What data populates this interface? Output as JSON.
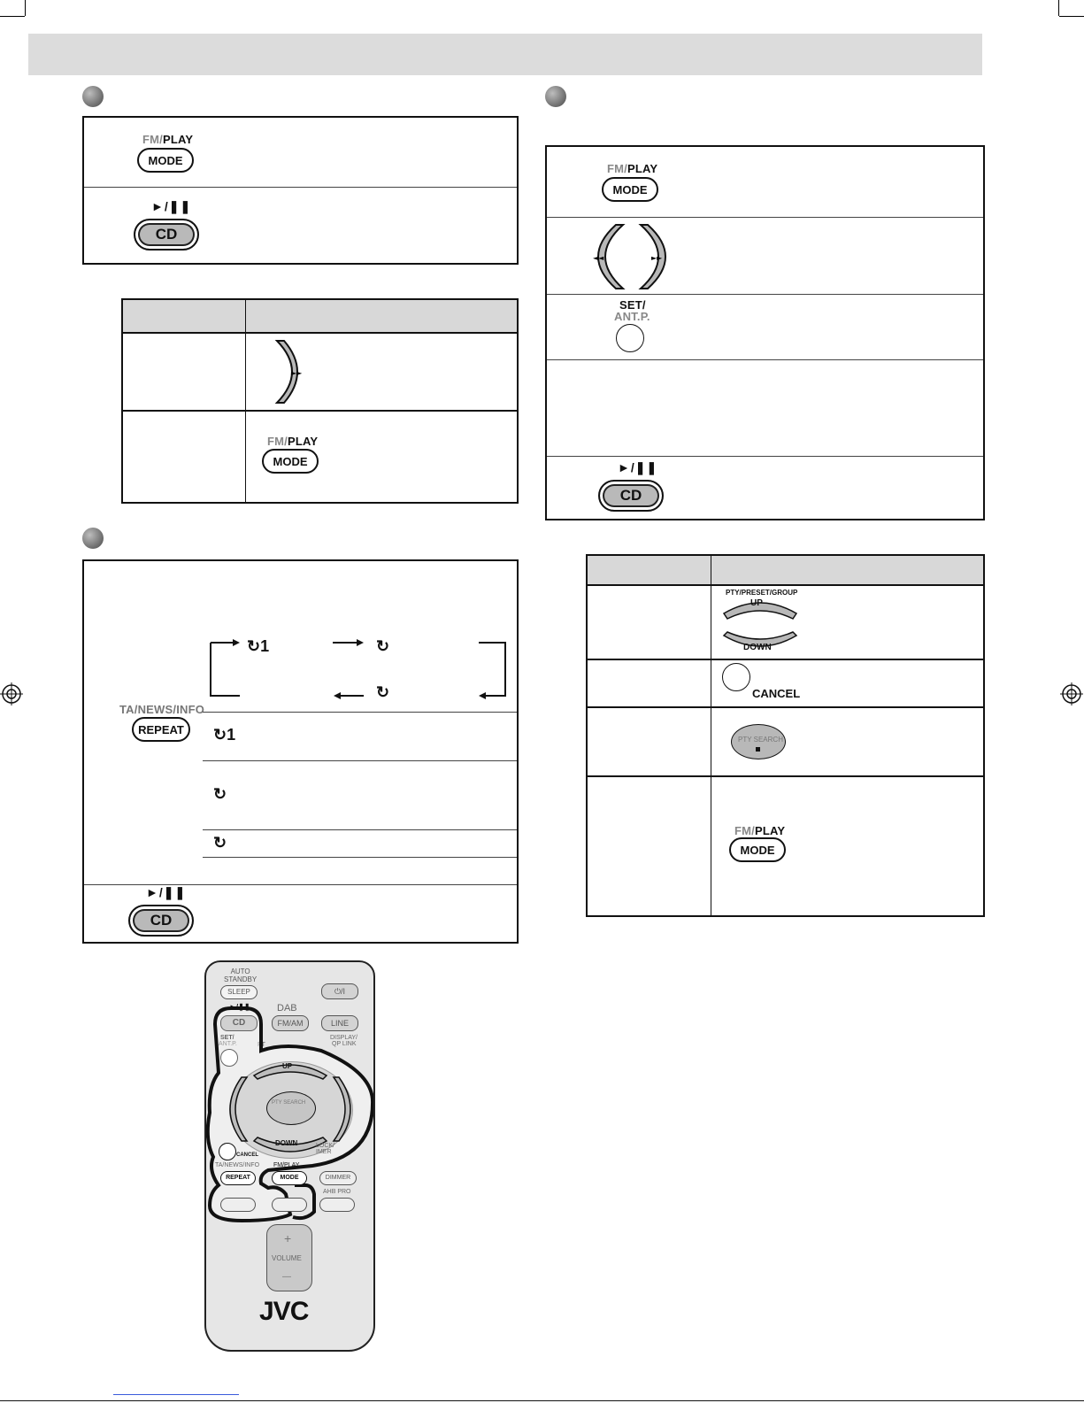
{
  "buttons": {
    "fm_play_top": "FM/",
    "fm_play_bottom": "PLAY",
    "mode": "MODE",
    "play_pause": "►/❚❚",
    "cd": "CD",
    "set": "SET/",
    "ant_p": "ANT.P.",
    "ta_news_info": "TA/NEWS/INFO",
    "repeat": "REPEAT",
    "pty_preset_group": "PTY/PRESET/GROUP",
    "up": "UP",
    "down": "DOWN",
    "cancel": "CANCEL",
    "pty_search": "PTY SEARCH",
    "skip_back": "◄◄",
    "skip_fwd": "►►"
  },
  "repeat": {
    "one": "1"
  },
  "remote": {
    "auto_standby": "AUTO\nSTANDBY",
    "sleep": "SLEEP",
    "power": "⏻/I",
    "dab": "DAB",
    "play_pause": "►/❚❚",
    "cd": "CD",
    "fm_am": "FM/AM",
    "line": "LINE",
    "set": "SET/",
    "ant_p": "ANT.P.",
    "display": "DISPLAY/",
    "qp_link": "QP LINK",
    "pt": "PT",
    "up": "UP",
    "down": "DOWN",
    "pty_search": "PTY SEARCH",
    "cancel": "CANCEL",
    "clock": "LOCK/",
    "timer": "IMER",
    "ta_news_info": "TA/NEWS/INFO",
    "fm_play": "FM/PLAY",
    "repeat": "REPEAT",
    "mode": "MODE",
    "dimmer": "DIMMER",
    "ahb_pro": "AHB PRO",
    "volume": "VOLUME",
    "plus": "+",
    "minus": "—",
    "brand": "JVC"
  },
  "colors": {
    "header_gray": "#d8d8d8",
    "button_gray": "#b9b9b9",
    "remote_body": "#e4e4e4",
    "link_blue": "#3b5bdb"
  }
}
